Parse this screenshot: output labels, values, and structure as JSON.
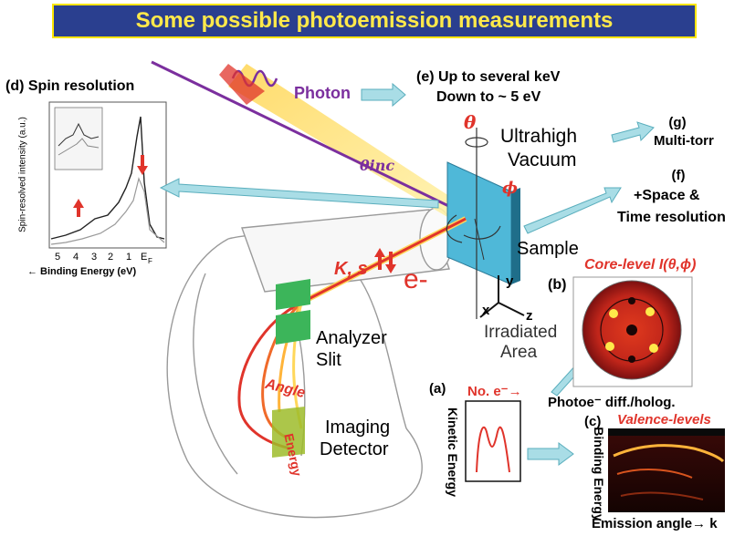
{
  "title": "Some possible photoemission measurements",
  "colors": {
    "banner_bg": "#2a3f8f",
    "banner_text": "#ffe94a",
    "accent_red": "#e0342b",
    "photon_purple": "#7b2f9e",
    "arrow_cyan": "#a9dde6",
    "sample_blue": "#4fb8d8",
    "green_plate": "#3cb55a"
  },
  "labels": {
    "d_panel": "(d) Spin resolution",
    "d_ylabel": "Spin-resolved intensity (a.u.)",
    "d_xlabel": "← Binding Energy (eV)",
    "d_xticks": [
      "5",
      "4",
      "3",
      "2",
      "1",
      "E",
      "F"
    ],
    "photon": "Photon",
    "e_line1": "(e) Up to several keV",
    "e_line2": "Down to ~ 5 eV",
    "theta": "θ",
    "theta_inc": "θinc",
    "phi": "ϕ",
    "uhv_line1": "Ultrahigh",
    "uhv_line2": "Vacuum",
    "g_line1": "(g)",
    "g_line2": "Multi-torr",
    "f_line1": "(f)",
    "f_line2": "+Space &",
    "f_line3": "Time resolution",
    "sample": "Sample",
    "core_level": "Core-level I(θ,ϕ)",
    "b_label": "(b)",
    "ks": "K, s",
    "electron": "e-",
    "x": "x",
    "y": "y",
    "z": "z",
    "irradiated_line1": "Irradiated",
    "irradiated_line2": "Area",
    "analyzer_line1": "Analyzer",
    "analyzer_line2": "Slit",
    "angle": "Angle",
    "energy": "Energy",
    "imaging_line1": "Imaging",
    "imaging_line2": "Detector",
    "a_label": "(a)",
    "no_e": "No. e⁻→",
    "kinetic_energy": "Kinetic Energy",
    "photoe_diff": "Photoe⁻ diff./holog.",
    "c_label": "(c)",
    "valence": "Valence-levels",
    "binding_energy": "Binding Energy",
    "emission_angle": "Emission angle→ k"
  },
  "icons": [
    "cyan-arrow-icon",
    "red-up-arrow-icon",
    "red-down-arrow-icon",
    "rotation-arrow-icon"
  ]
}
